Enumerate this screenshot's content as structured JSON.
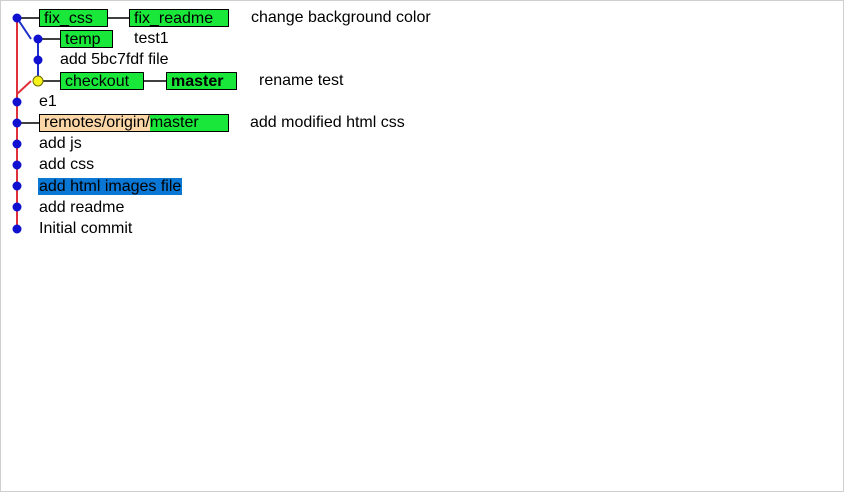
{
  "colors": {
    "branch_tag_bg": "#19e83a",
    "remote_prefix_bg": "#fbd6a6",
    "selection_bg": "#0a77d5",
    "main_line": "#e0303a",
    "side_line": "#1c2fc9",
    "commit_dot": "#1010d0",
    "head_dot": "#f6f21a"
  },
  "commits": [
    {
      "tags": [
        "fix_css",
        "fix_readme"
      ],
      "message": "change background color"
    },
    {
      "tags": [
        "temp"
      ],
      "message": "test1"
    },
    {
      "tags": [],
      "message": "add 5bc7fdf file"
    },
    {
      "tags": [
        "checkout",
        "master"
      ],
      "bold_tag": "master",
      "message": "rename test",
      "is_head": true
    },
    {
      "tags": [],
      "message": "e1"
    },
    {
      "remote_tag": {
        "prefix": "remotes/origin/",
        "name": "master"
      },
      "message": "add modified html css"
    },
    {
      "tags": [],
      "message": "add js"
    },
    {
      "tags": [],
      "message": "add css"
    },
    {
      "tags": [],
      "message": "add html images file",
      "selected": true
    },
    {
      "tags": [],
      "message": "add readme"
    },
    {
      "tags": [],
      "message": "Initial commit"
    }
  ]
}
